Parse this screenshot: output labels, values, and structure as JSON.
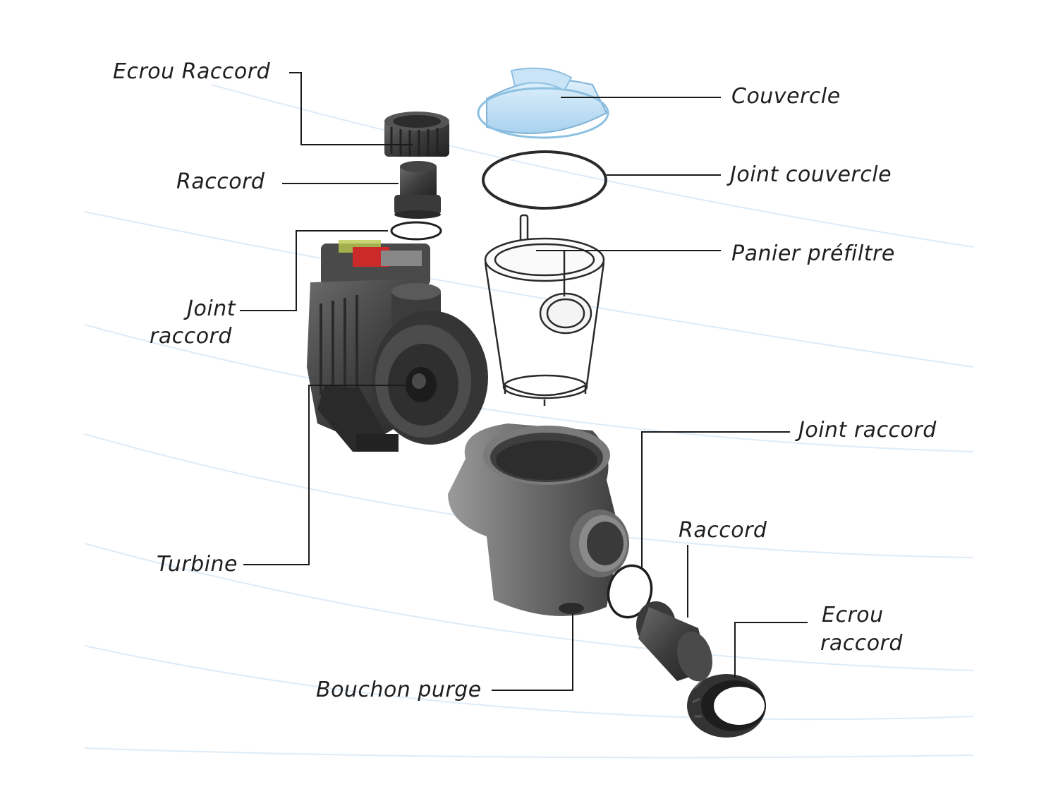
{
  "diagram": {
    "labels": {
      "ecrou_raccord_top": "Ecrou Raccord",
      "raccord_left": "Raccord",
      "joint_raccord_left_1": "Joint",
      "joint_raccord_left_2": "raccord",
      "turbine": "Turbine",
      "couvercle": "Couvercle",
      "joint_couvercle": "Joint couvercle",
      "panier_prefiltre": "Panier préfiltre",
      "joint_raccord_right": "Joint raccord",
      "raccord_right": "Raccord",
      "ecrou_raccord_right_1": "Ecrou",
      "ecrou_raccord_right_2": "raccord",
      "bouchon_purge": "Bouchon purge"
    },
    "colors": {
      "part_dark": "#3a3a3a",
      "part_mid": "#5a5a5a",
      "lid_blue": "#bfe0f5",
      "leader_line": "#1a1a1a",
      "swoosh": "#dbe9f7"
    }
  }
}
